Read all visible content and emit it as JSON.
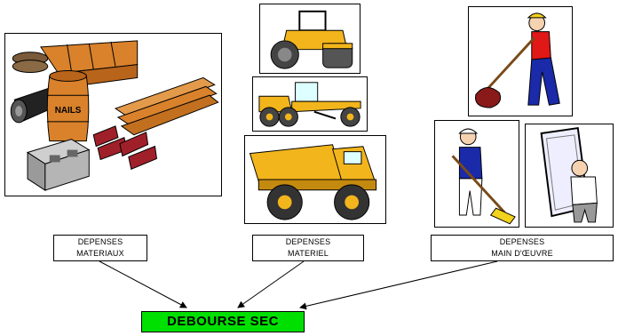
{
  "labels": {
    "materiaux": {
      "line1": "DEPENSES",
      "line2": "MATERIAUX"
    },
    "materiel": {
      "line1": "DEPENSES",
      "line2": "MATERIEL"
    },
    "main_oeuvre": {
      "line1": "DEPENSES",
      "line2": "MAIN D'ŒUVRE"
    }
  },
  "result": {
    "text": "DEBOURSE  SEC"
  },
  "illustrations": {
    "materials_text": "NAILS",
    "colors": {
      "result_box": "#00e000",
      "machinery": "#f2b51c",
      "brick": "#a0202a",
      "timber": "#d9822b"
    }
  }
}
